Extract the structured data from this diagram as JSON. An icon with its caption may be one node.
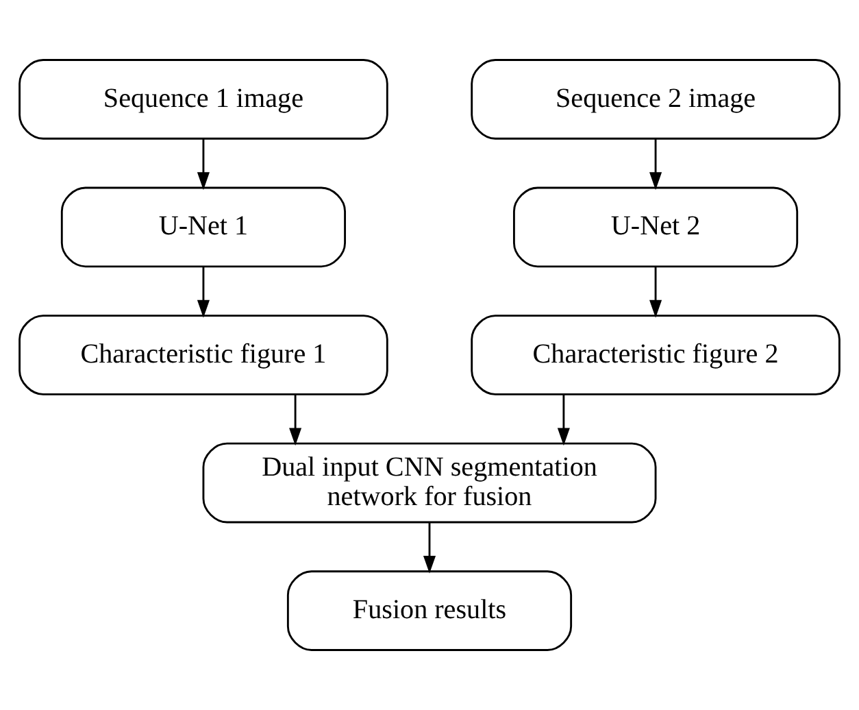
{
  "diagram": {
    "nodes": [
      {
        "text": [
          "Sequence 1 image"
        ]
      },
      {
        "text": [
          "Sequence 2 image"
        ]
      },
      {
        "text": [
          "U-Net 1"
        ]
      },
      {
        "text": [
          "U-Net 2"
        ]
      },
      {
        "text": [
          "Characteristic figure 1"
        ]
      },
      {
        "text": [
          "Characteristic figure 2"
        ]
      },
      {
        "text": [
          "Dual input CNN segmentation network for fusion"
        ]
      },
      {
        "text": [
          "Fusion results"
        ]
      }
    ],
    "edges": [
      {
        "from": 0,
        "to": 2,
        "arrow": "to"
      },
      {
        "from": 1,
        "to": 3,
        "arrow": "to"
      },
      {
        "from": 2,
        "to": 4,
        "arrow": "to"
      },
      {
        "from": 3,
        "to": 5,
        "arrow": "to"
      },
      {
        "from": 4,
        "to": 6,
        "arrow": "to"
      },
      {
        "from": 5,
        "to": 6,
        "arrow": "to"
      },
      {
        "from": 6,
        "to": 7,
        "arrow": "to"
      }
    ]
  }
}
